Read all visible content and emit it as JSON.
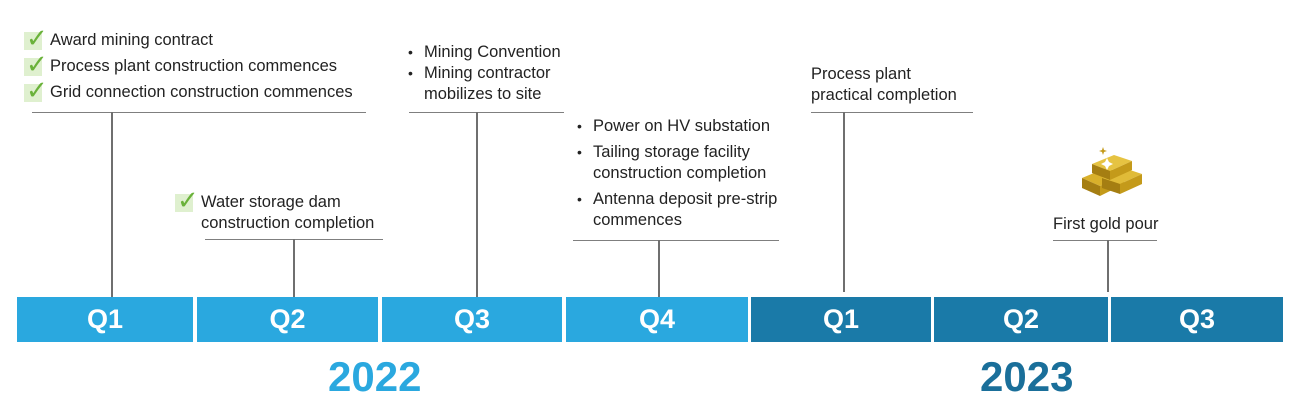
{
  "colors": {
    "q2022": "#2aa8df",
    "q2023": "#1a7aa8",
    "year2022": "#2aa8df",
    "year2023": "#1a6f9a",
    "check": "#6ab23a",
    "gold": "#c49a1a"
  },
  "annotations": {
    "q1_2022": [
      "Award mining contract",
      "Process plant construction commences",
      "Grid connection construction commences"
    ],
    "q2_2022": [
      "Water storage dam",
      "construction completion"
    ],
    "q3_2022": [
      "Mining Convention",
      "Mining contractor",
      "mobilizes to site"
    ],
    "q4_2022": [
      "Power on HV substation",
      "Tailing storage facility",
      "construction completion",
      "Antenna deposit pre-strip",
      "commences"
    ],
    "q1_2023": [
      "Process plant",
      "practical completion"
    ],
    "q2_2023": "First gold pour"
  },
  "icons": {
    "completed": "check-icon",
    "bullet": "bullet-icon",
    "gold": "gold-bars-icon"
  },
  "quarters": [
    "Q1",
    "Q2",
    "Q3",
    "Q4",
    "Q1",
    "Q2",
    "Q3"
  ],
  "years": [
    "2022",
    "2023"
  ]
}
